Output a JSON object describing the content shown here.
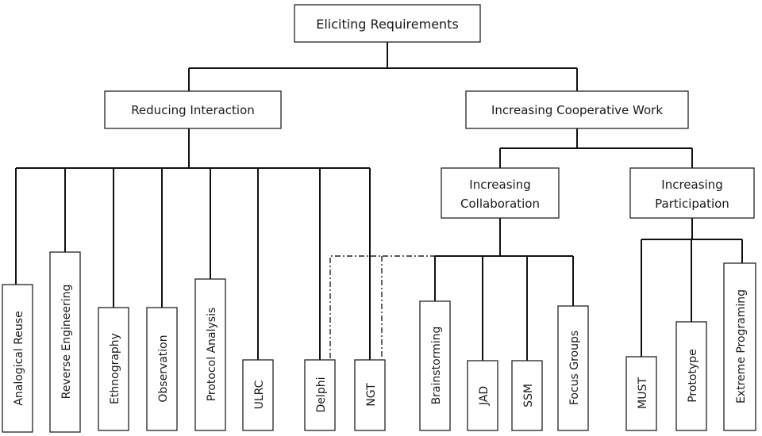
{
  "root": {
    "label": "Eliciting Requirements"
  },
  "branches": {
    "reducing": {
      "label": "Reducing Interaction"
    },
    "cooperative": {
      "label": "Increasing Cooperative Work"
    }
  },
  "sub_branches": {
    "collaboration": {
      "line1": "Increasing",
      "line2": "Collaboration"
    },
    "participation": {
      "line1": "Increasing",
      "line2": "Participation"
    }
  },
  "leaves": {
    "reducing": [
      "Analogical Reuse",
      "Reverse Engineering",
      "Ethnography",
      "Observation",
      "Protocol Analysis",
      "ULRC",
      "Delphi",
      "NGT"
    ],
    "collaboration": [
      "Brainstorming",
      "JAD",
      "SSM",
      "Focus Groups"
    ],
    "participation": [
      "MUST",
      "Prototype",
      "Extreme Programing"
    ]
  }
}
